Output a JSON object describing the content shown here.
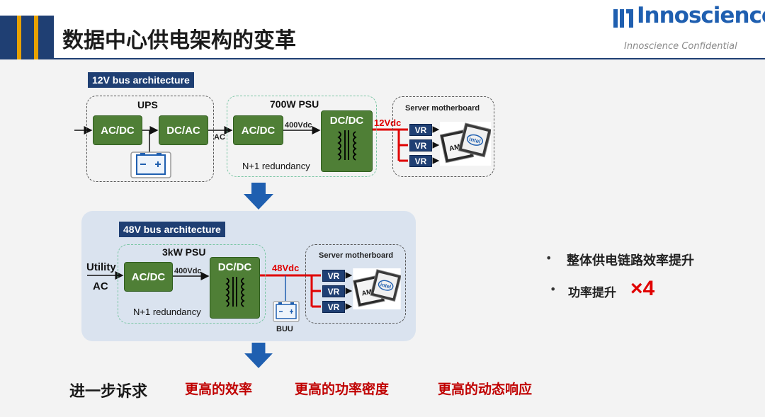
{
  "header": {
    "title": "数据中心供电架构的变革",
    "brand": "Innoscience",
    "confidential": "Innoscience Confidential",
    "accent": "#1f3f73",
    "stripe_color": "#e8a200"
  },
  "top_diagram": {
    "tag": "12V bus architecture",
    "ups_label": "UPS",
    "psu_label": "700W PSU",
    "acdc_1": "AC/DC",
    "dcac": "DC/AC",
    "ac_label": "AC",
    "acdc_2": "AC/DC",
    "v400_label": "400Vdc",
    "dcdc": "DC/DC",
    "redundancy": "N+1 redundancy",
    "bus_voltage": "12Vdc",
    "motherboard_label": "Server motherboard",
    "vr_labels": [
      "VR",
      "VR",
      "VR"
    ],
    "chip_labels": [
      "AMD",
      "intel"
    ]
  },
  "bottom_diagram": {
    "tag": "48V bus architecture",
    "psu_label": "3kW PSU",
    "utility": "Utility",
    "ac_label": "AC",
    "acdc": "AC/DC",
    "v400_label": "400Vdc",
    "dcdc": "DC/DC",
    "redundancy": "N+1 redundancy",
    "bus_voltage": "48Vdc",
    "buu_label": "BUU",
    "motherboard_label": "Server motherboard",
    "vr_labels": [
      "VR",
      "VR",
      "VR"
    ],
    "chip_labels": [
      "AMD",
      "intel"
    ]
  },
  "bullets": {
    "item1": "整体供电链路效率提升",
    "item2": "功率提升",
    "multiplier": "×4"
  },
  "bottom": {
    "title": "进一步诉求",
    "demands": [
      "更高的效率",
      "更高的功率密度",
      "更高的动态响应"
    ]
  },
  "colors": {
    "green_block": "#4f7f36",
    "navy": "#1f3f73",
    "red": "#e00000",
    "lower_panel": "#dae3ef"
  }
}
